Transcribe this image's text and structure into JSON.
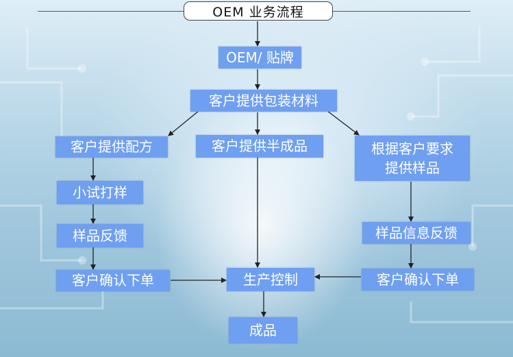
{
  "title": "OEM 业务流程",
  "nodes": {
    "oem": "OEM/ 贴牌",
    "provide_packaging": "客户提供包装材料",
    "provide_formula": "客户提供配方",
    "provide_semi": "客户提供半成品",
    "sample_by_request_line1": "根据客户要求",
    "sample_by_request_line2": "提供样品",
    "trial": "小试打样",
    "sample_feedback": "样品反馈",
    "sample_info_feedback": "样品信息反馈",
    "confirm_left": "客户确认下单",
    "confirm_right": "客户确认下单",
    "production_control": "生产控制",
    "finished": "成品"
  },
  "colors": {
    "node_fill": "#6f9ff0",
    "node_text": "#ffffff",
    "arrow": "#222222",
    "title_border": "#444444"
  }
}
